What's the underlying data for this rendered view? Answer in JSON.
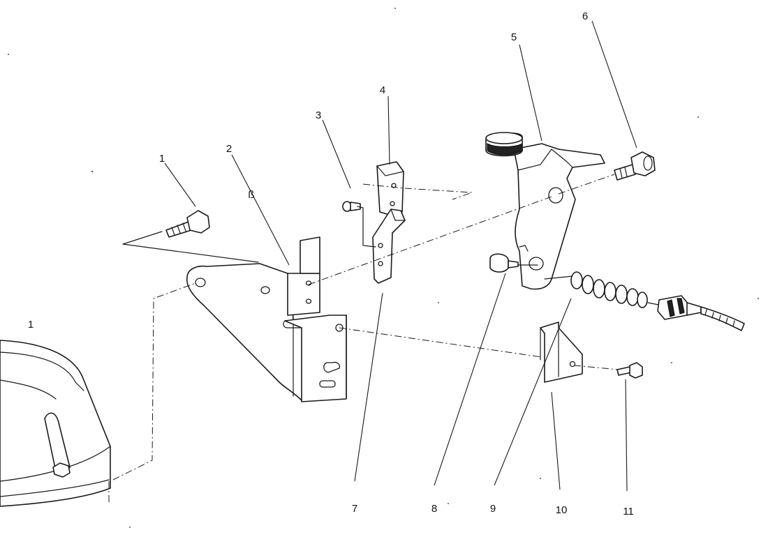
{
  "callouts": {
    "c1_body": "1",
    "c1_bolt": "1",
    "c2": "2",
    "c3": "3",
    "c4": "4",
    "c5": "5",
    "c6": "6",
    "c7": "7",
    "c8": "8",
    "c9": "9",
    "c10": "10",
    "c11": "11",
    "c_b": "ß"
  }
}
